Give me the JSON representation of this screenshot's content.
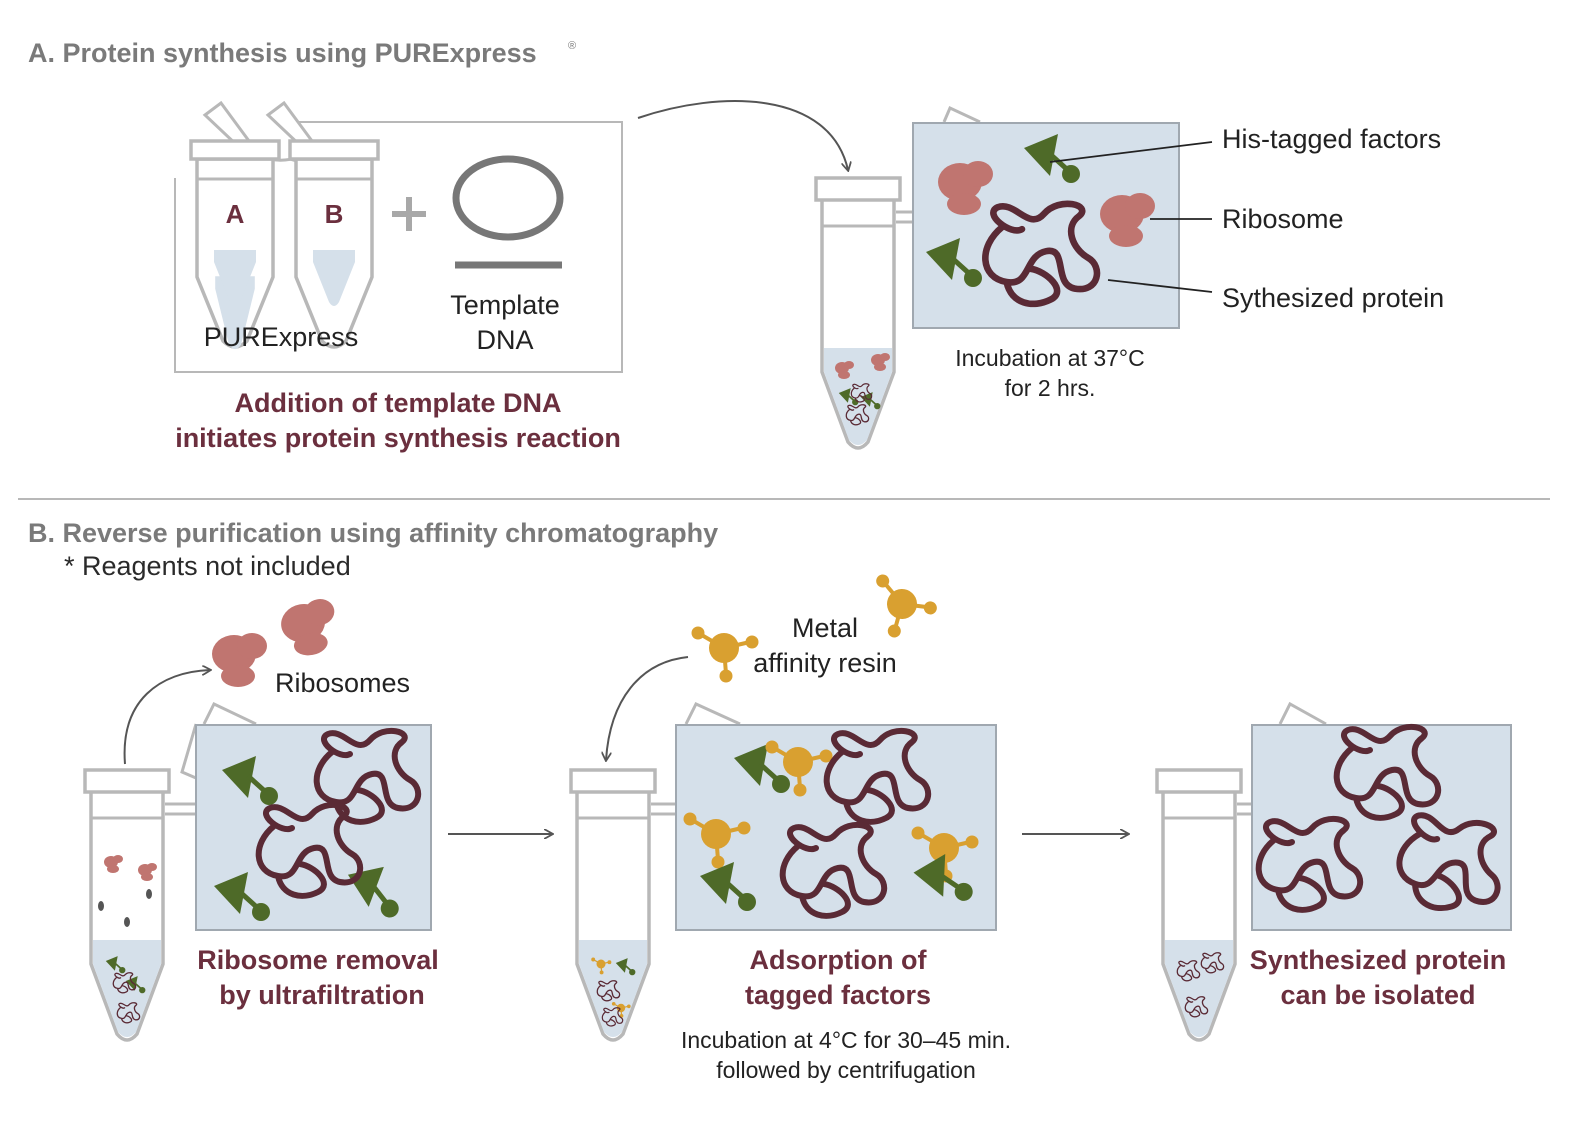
{
  "section_a": {
    "title": "A. Protein synthesis using PURExpress",
    "trademark": "®",
    "tube_a_label": "A",
    "tube_b_label": "B",
    "purexpress_label": "PURExpress",
    "template_line1": "Template",
    "template_line2": "DNA",
    "caption_line1": "Addition of template DNA",
    "caption_line2": "initiates protein synthesis reaction",
    "callout_his": "His-tagged factors",
    "callout_ribosome": "Ribosome",
    "callout_protein": "Sythesized protein",
    "incubation_line1": "Incubation at 37°C",
    "incubation_line2": "for 2 hrs."
  },
  "section_b": {
    "title": "B. Reverse purification using affinity chromatography",
    "note": "* Reagents not included",
    "ribosomes_label": "Ribosomes",
    "resin_line1": "Metal",
    "resin_line2": "affinity resin",
    "step1_line1": "Ribosome removal",
    "step1_line2": "by ultrafiltration",
    "step2_line1": "Adsorption of",
    "step2_line2": "tagged factors",
    "step2_note1": "Incubation at 4°C for 30–45 min.",
    "step2_note2": "followed by centrifugation",
    "step3_line1": "Synthesized protein",
    "step3_line2": "can be isolated"
  },
  "colors": {
    "protein": "#5a2a35",
    "ribosome": "#c07570",
    "his_factor": "#4e6a28",
    "resin": "#d9a030",
    "panel_fill": "#d5e0ea",
    "caption": "#6b2f3e"
  }
}
